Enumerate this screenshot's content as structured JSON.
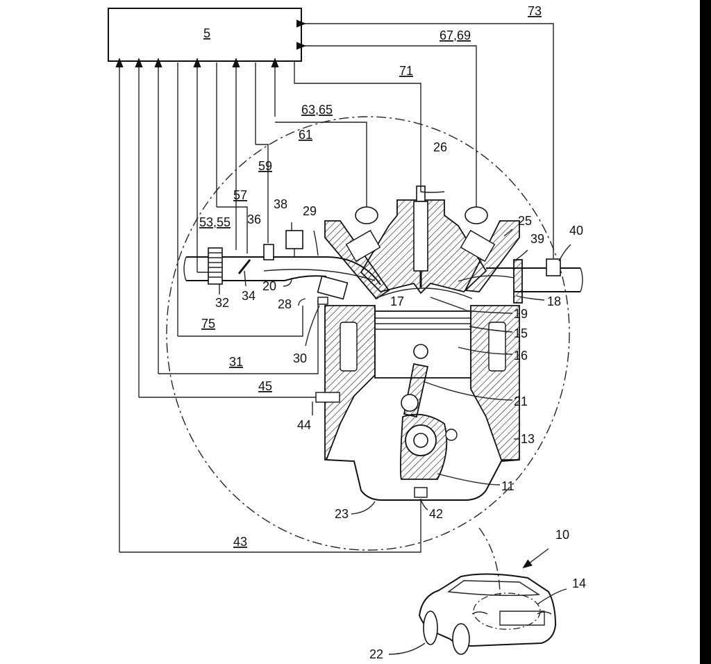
{
  "diagram": {
    "controller": "5",
    "labels": {
      "l73": "73",
      "l6769": "67,69",
      "l71": "71",
      "l6365": "63,65",
      "l61": "61",
      "l59": "59",
      "l57": "57",
      "l5355": "53,55",
      "l75": "75",
      "l31": "31",
      "l45": "45",
      "l43": "43",
      "l26": "26",
      "l38": "38",
      "l29": "29",
      "l36": "36",
      "l25": "25",
      "l39": "39",
      "l40": "40",
      "l32": "32",
      "l34": "34",
      "l20": "20",
      "l28": "28",
      "l17": "17",
      "l18": "18",
      "l19": "19",
      "l15": "15",
      "l30": "30",
      "l16": "16",
      "l21": "21",
      "l44": "44",
      "l13": "13",
      "l11": "11",
      "l23": "23",
      "l42": "42",
      "l10": "10",
      "l14": "14",
      "l22": "22"
    }
  }
}
